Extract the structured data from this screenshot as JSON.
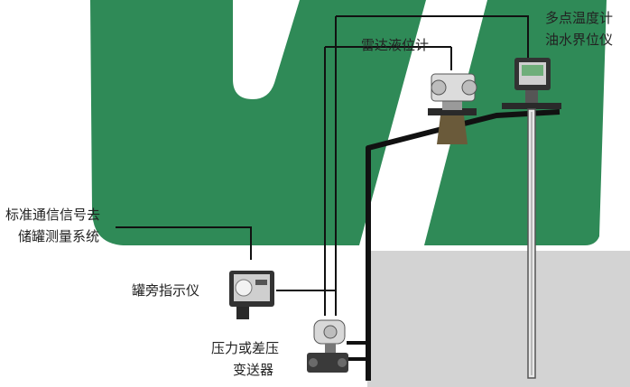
{
  "colors": {
    "brand_green": "#2f8a57",
    "tank_fill": "#d3d3d3",
    "pipe": "#111111"
  },
  "labels": {
    "radar_level_meter": "雷达液位计",
    "multipoint_temp_line1": "多点温度计",
    "multipoint_temp_line2": "油水界位仪",
    "standard_comm_line1": "标准通信信号去",
    "standard_comm_line2": "储罐测量系统",
    "tank_side_indicator": "罐旁指示仪",
    "transmitter_line1": "压力或差压",
    "transmitter_line2": "变送器"
  },
  "icons": {
    "radar": "radar-gauge-icon",
    "temp": "temperature-probe-icon",
    "indicator": "tank-side-display-icon",
    "transmitter": "pressure-transmitter-icon"
  }
}
